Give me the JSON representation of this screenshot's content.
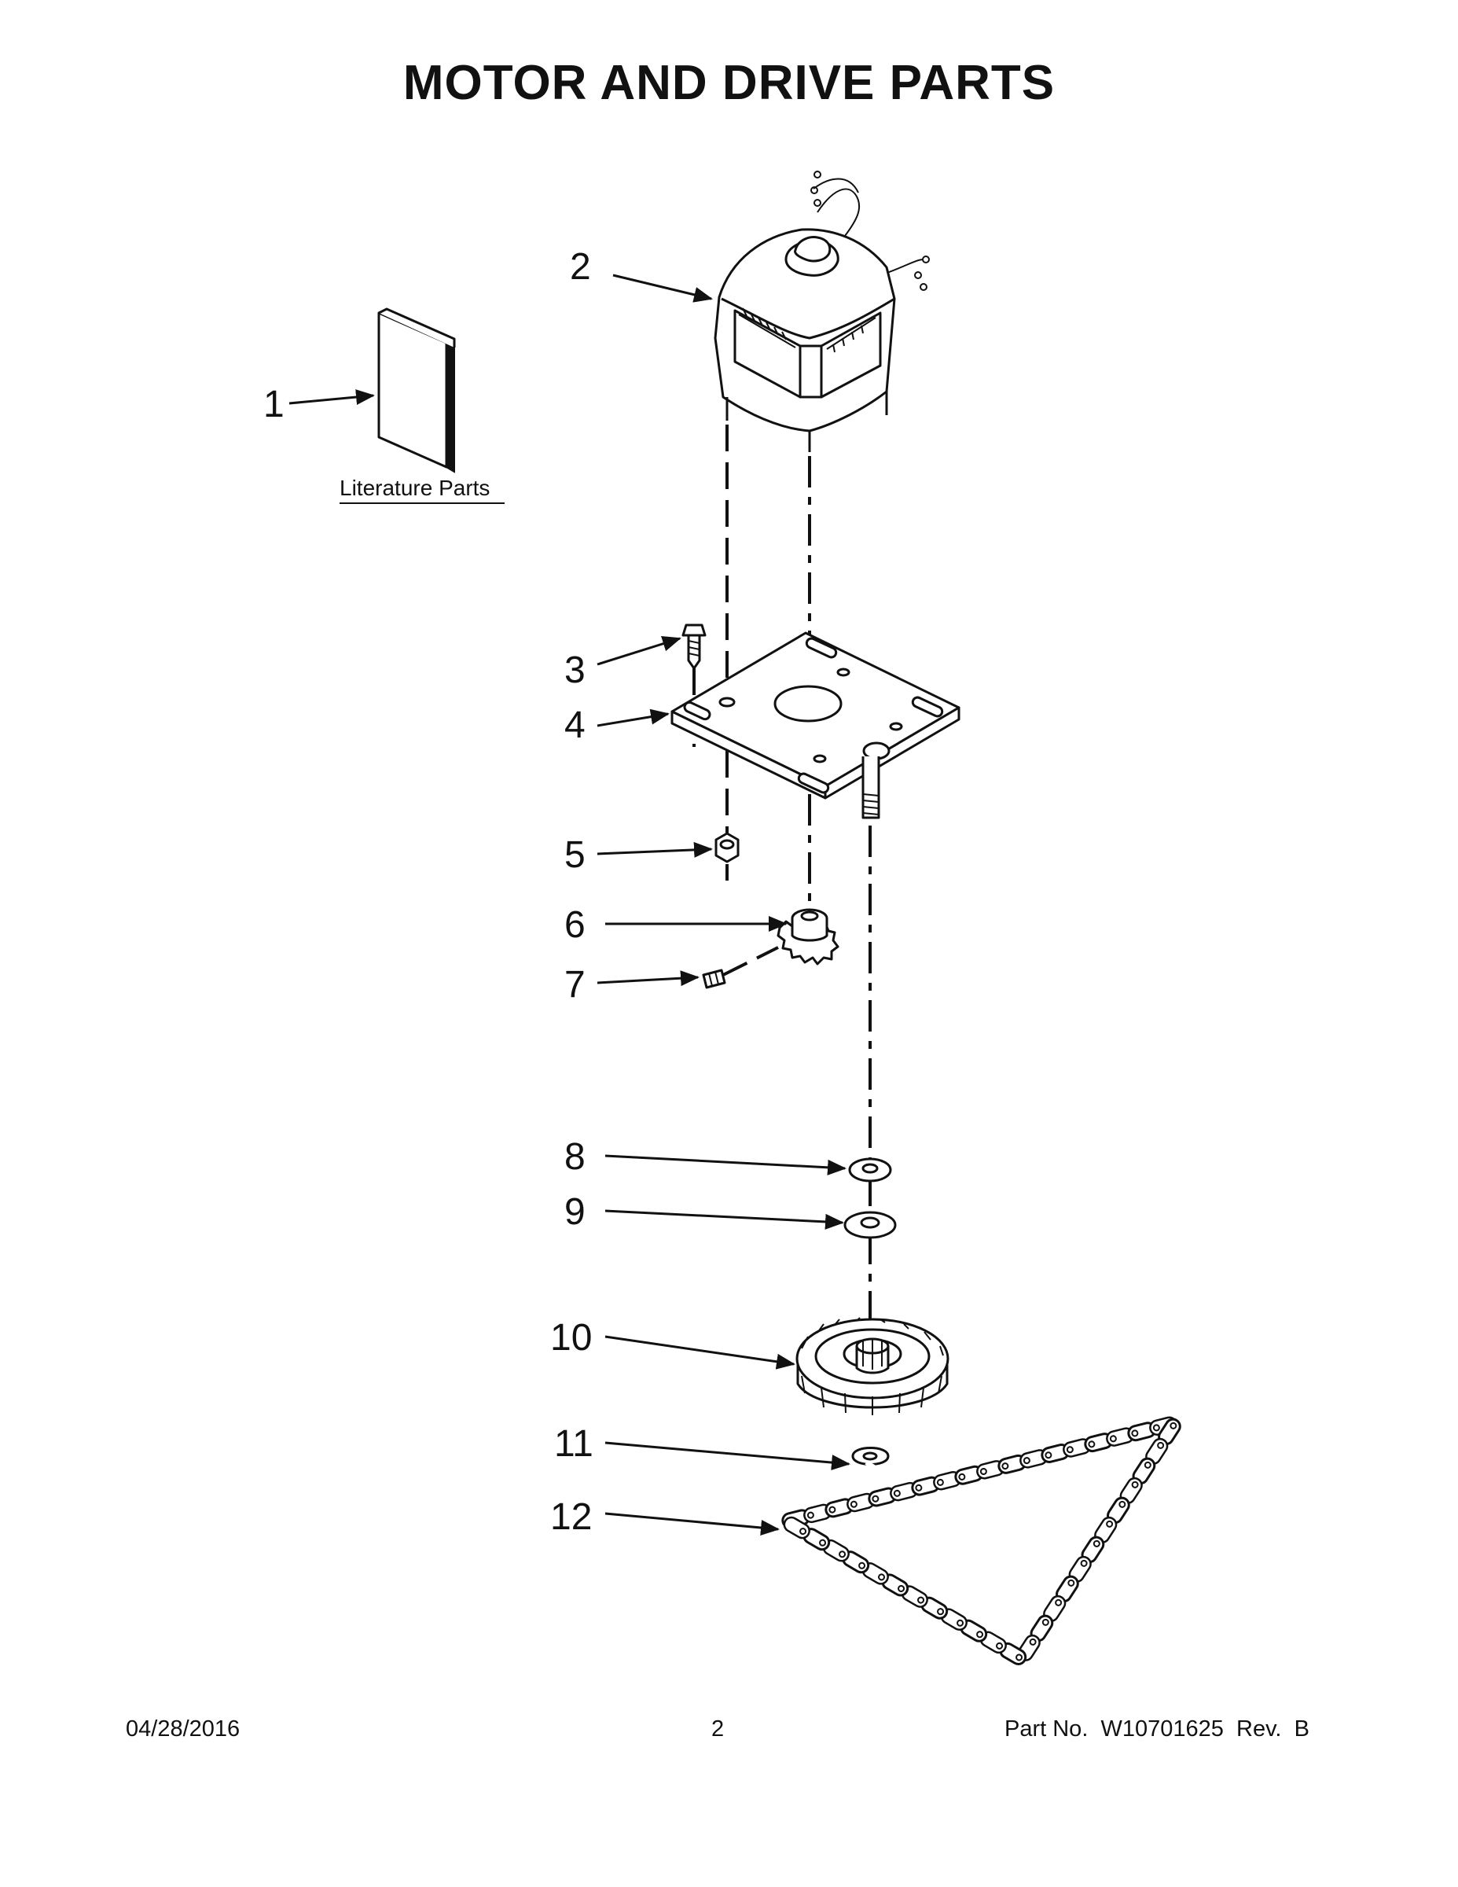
{
  "title": "MOTOR AND DRIVE PARTS",
  "literature_label": "Literature Parts",
  "callouts": [
    {
      "num": "1",
      "part": "literature"
    },
    {
      "num": "2",
      "part": "motor"
    },
    {
      "num": "3",
      "part": "screw"
    },
    {
      "num": "4",
      "part": "mounting-plate"
    },
    {
      "num": "5",
      "part": "nut"
    },
    {
      "num": "6",
      "part": "pinion-gear"
    },
    {
      "num": "7",
      "part": "set-screw"
    },
    {
      "num": "8",
      "part": "washer-small"
    },
    {
      "num": "9",
      "part": "washer-large"
    },
    {
      "num": "10",
      "part": "sprocket"
    },
    {
      "num": "11",
      "part": "clip"
    },
    {
      "num": "12",
      "part": "chain"
    }
  ],
  "footer": {
    "date": "04/28/2016",
    "page": "2",
    "part_number": "Part No.  W10701625  Rev.  B"
  }
}
